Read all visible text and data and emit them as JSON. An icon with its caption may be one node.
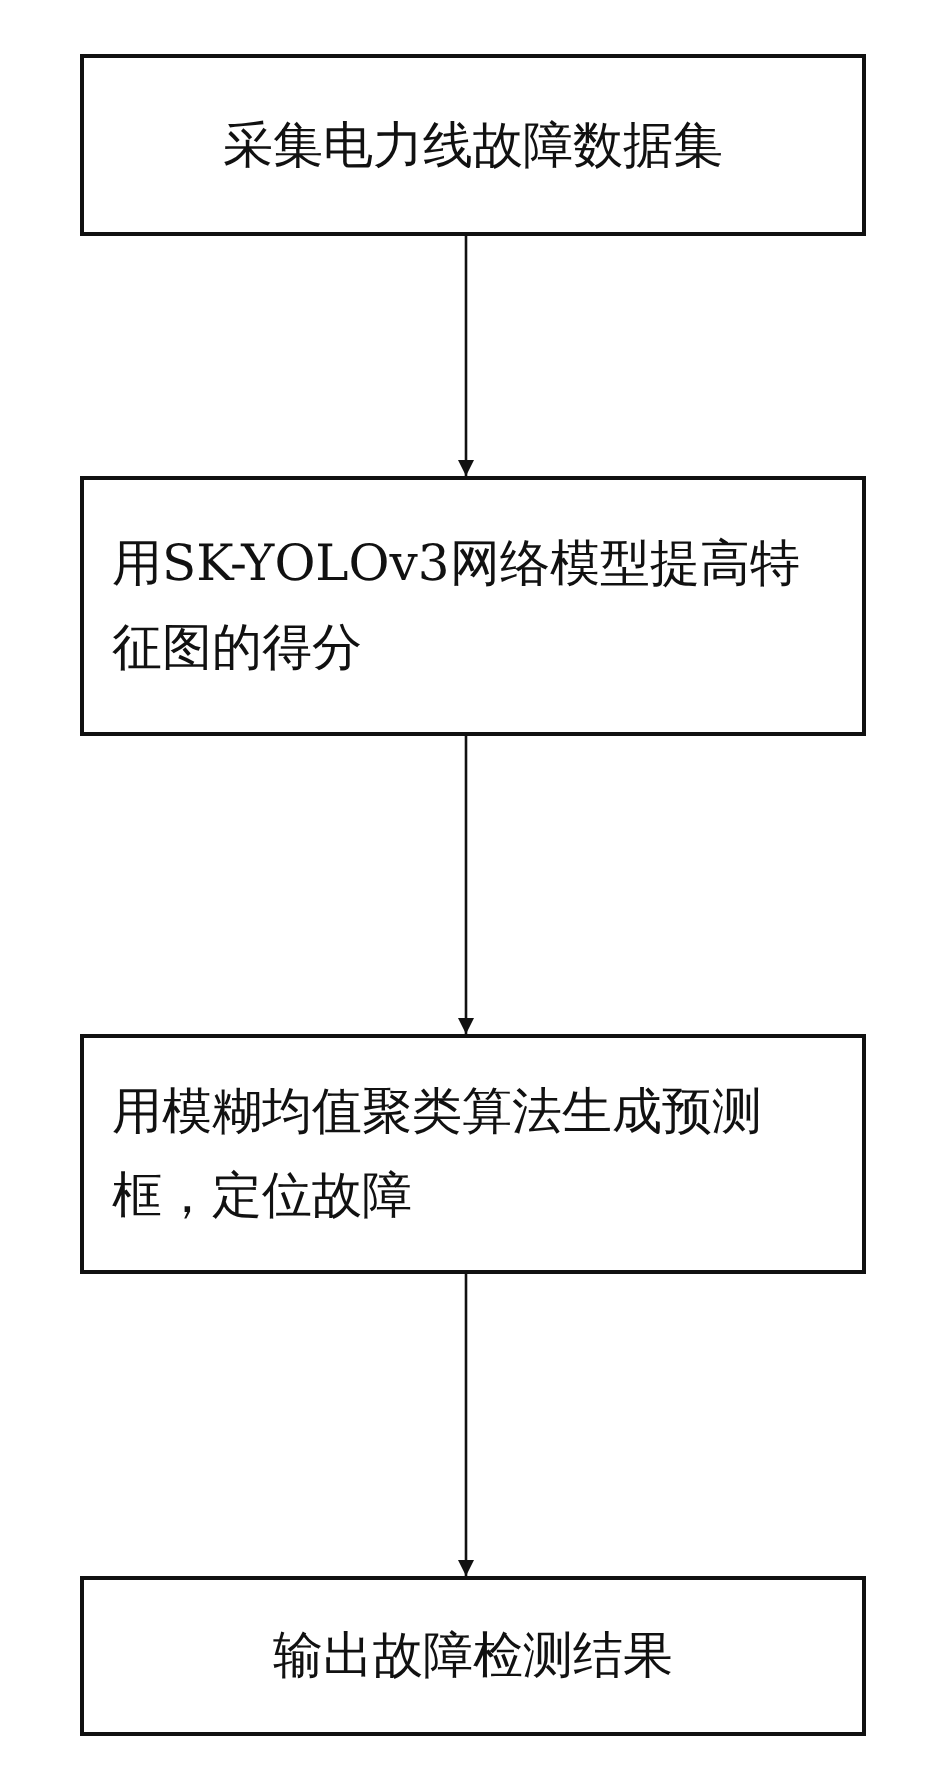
{
  "diagram": {
    "nodes": [
      {
        "text": [
          "采集电力线故障数据集"
        ]
      },
      {
        "text": [
          "用SK-YOLOv3网络模型提高特征图的得分"
        ]
      },
      {
        "text": [
          "用模糊均值聚类算法生成预测框，定位故障"
        ]
      },
      {
        "text": [
          "输出故障检测结果"
        ]
      }
    ],
    "edges": [
      {
        "from": 0,
        "to": 1,
        "arrow": "to"
      },
      {
        "from": 1,
        "to": 2,
        "arrow": "to"
      },
      {
        "from": 2,
        "to": 3,
        "arrow": "to"
      }
    ]
  }
}
